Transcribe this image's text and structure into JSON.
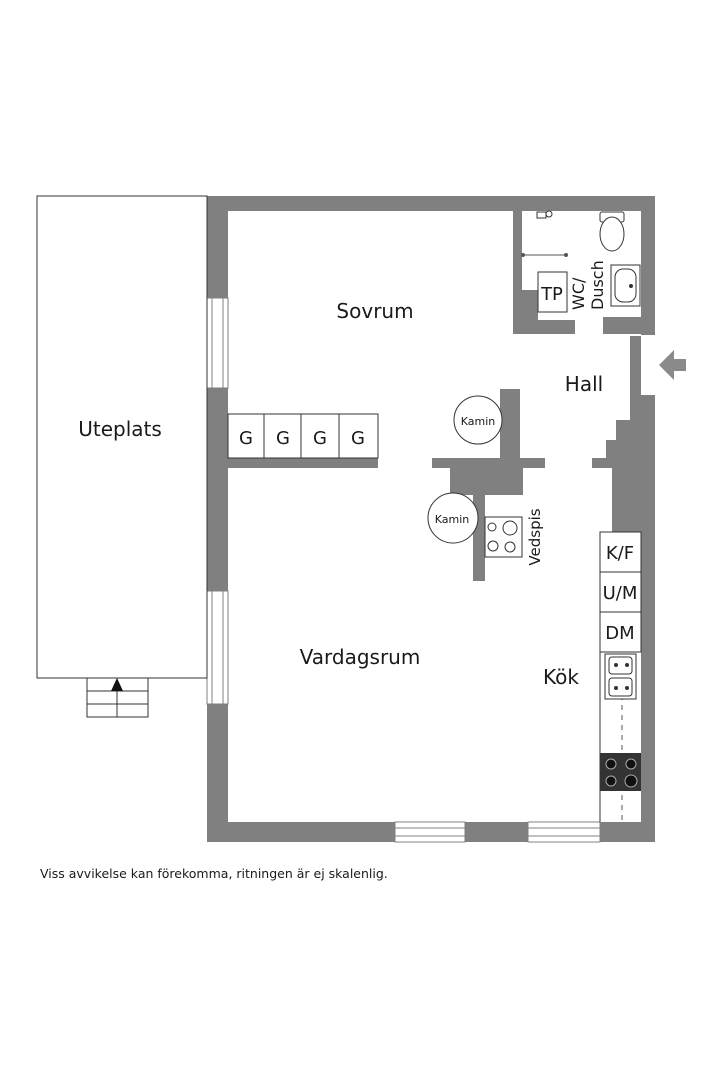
{
  "rooms": {
    "uteplats": "Uteplats",
    "sovrum": "Sovrum",
    "hall": "Hall",
    "vardagsrum": "Vardagsrum",
    "kok": "Kök",
    "wc_line1": "WC/",
    "wc_line2": "Dusch"
  },
  "fixtures": {
    "tp": "TP",
    "wardrobe": [
      "G",
      "G",
      "G",
      "G"
    ],
    "kamin_upper": "Kamin",
    "kamin_lower": "Kamin",
    "vedspis": "Vedspis",
    "kf": "K/F",
    "um": "U/M",
    "dm": "DM"
  },
  "icons": {
    "entrance": "entrance-arrow-icon",
    "stairs": "stairs-up-arrow-icon"
  },
  "colors": {
    "wall": "#808080",
    "line": "#333333"
  },
  "disclaimer": "Viss avvikelse kan förekomma, ritningen är ej skalenlig."
}
